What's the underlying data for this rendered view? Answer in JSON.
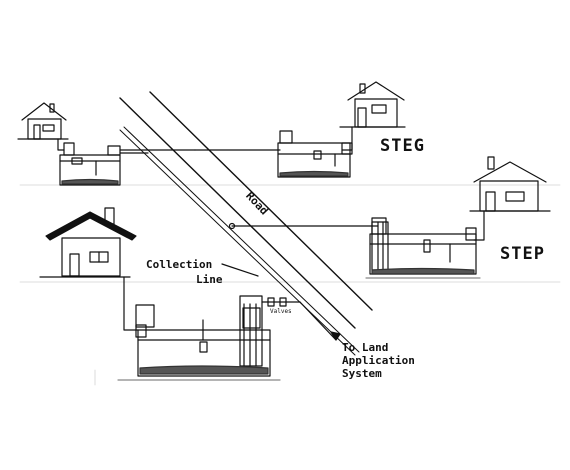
{
  "labels": {
    "steg": "STEG",
    "step": "STEP",
    "road": "Road",
    "collection_line_1": "Collection",
    "collection_line_2": "Line",
    "valves": "Valves",
    "to_land_1": "To Land",
    "to_land_2": "Application",
    "to_land_3": "System"
  },
  "colors": {
    "ink": "#111111",
    "guide": "#d0d0d0",
    "soil": "#555555"
  }
}
